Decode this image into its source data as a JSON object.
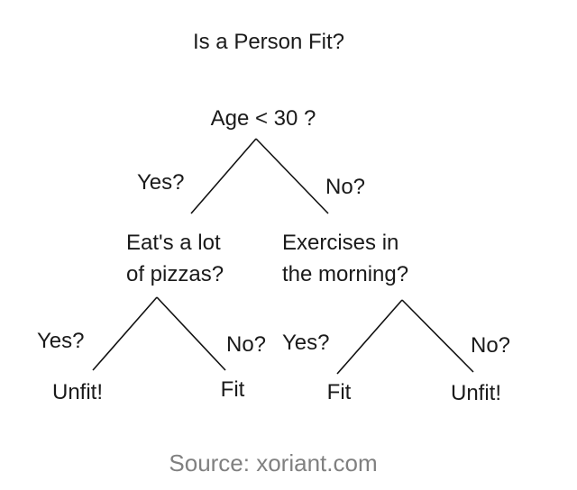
{
  "title": "Is a Person Fit?",
  "root": {
    "question": "Age < 30 ?"
  },
  "branches": {
    "root_yes": "Yes?",
    "root_no": "No?",
    "left_yes": "Yes?",
    "left_no": "No?",
    "right_yes": "Yes?",
    "right_no": "No?"
  },
  "left_node": {
    "line1": "Eat's a lot",
    "line2": "of pizzas?"
  },
  "right_node": {
    "line1": "Exercises in",
    "line2": "the morning?"
  },
  "leaves": {
    "left_yes": "Unfit!",
    "left_no": "Fit",
    "right_yes": "Fit",
    "right_no": "Unfit!"
  },
  "source": "Source: xoriant.com"
}
